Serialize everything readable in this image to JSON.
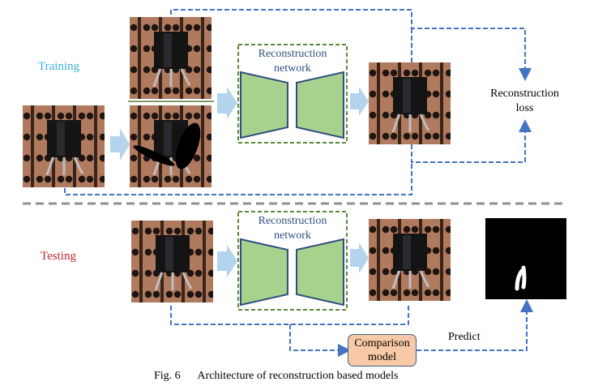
{
  "figure": {
    "caption_number": "Fig. 6",
    "caption_text": "Architecture of reconstruction based models"
  },
  "stages": {
    "training": {
      "label": "Training",
      "color": "#3ab0dd"
    },
    "testing": {
      "label": "Testing",
      "color": "#c0272d"
    }
  },
  "training": {
    "network_label": "Reconstruction\nnetwork",
    "network_line1": "Reconstruction",
    "network_line2": "network",
    "loss_line1": "Reconstruction",
    "loss_line2": "loss",
    "images": [
      "original-pcb-image",
      "clean-pcb-image",
      "masked-pcb-image",
      "reconstructed-pcb-image"
    ]
  },
  "testing": {
    "network_line1": "Reconstruction",
    "network_line2": "network",
    "comparison_line1": "Comparison",
    "comparison_line2": "model",
    "predict_label": "Predict",
    "images": [
      "test-pcb-image",
      "test-reconstructed-image",
      "defect-mask-image"
    ]
  },
  "colors": {
    "flow_line": "#4472c4",
    "network_frame": "#5b8a3a",
    "network_fill": "#a9d18e",
    "network_stroke": "#2f4f7f",
    "block_arrow": "#b4d4ee",
    "separator": "#909090",
    "network_text": "#2f4f7f",
    "comparison_fill": "#f8c9a7"
  }
}
